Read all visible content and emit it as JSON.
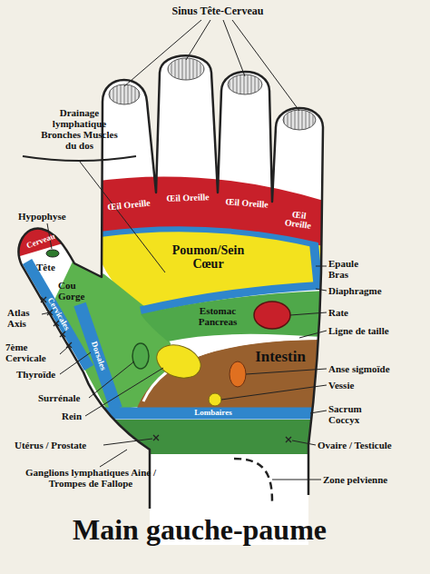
{
  "diagram": {
    "title": "Main gauche-paume",
    "nodes": [
      {
        "text": [
          "Œil Oreille"
        ]
      },
      {
        "text": [
          "Œil Oreille"
        ]
      },
      {
        "text": [
          "Œil Oreille"
        ]
      },
      {
        "text": [
          "Œil Oreille"
        ]
      },
      {
        "text": [
          "Poumon/Sein Cœur"
        ]
      },
      {
        "text": [
          "Estomac Pancreas"
        ]
      },
      {
        "text": [
          "Intestin"
        ]
      },
      {
        "text": [
          "Cerveau"
        ]
      },
      {
        "text": [
          "Cervicales"
        ]
      },
      {
        "text": [
          "Dorsales"
        ]
      },
      {
        "text": [
          "Lombaires"
        ]
      }
    ],
    "labels": [
      "Sinus Tête-Cerveau",
      "Drainage lymphatique Bronches Muscles du dos",
      "Hypophyse",
      "Tête",
      "Cou Gorge",
      "Atlas Axis",
      "7ème Cervicale",
      "Thyroïde",
      "Surrénale",
      "Rein",
      "Utérus / Prostate",
      "Ganglions lymphatiques Aine / Trompes de Fallope",
      "Epaule Bras",
      "Diaphragme",
      "Rate",
      "Ligne de taille",
      "Anse sigmoïde",
      "Vessie",
      "Sacrum Coccyx",
      "Ovaire / Testicule",
      "Zone pelvienne"
    ]
  }
}
